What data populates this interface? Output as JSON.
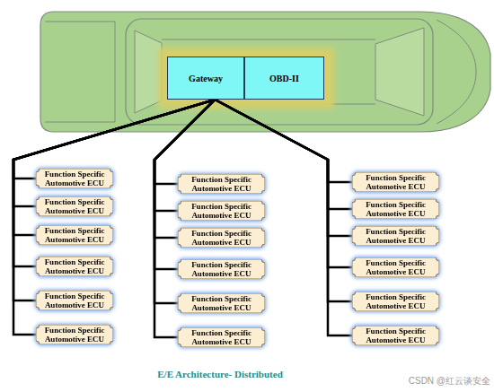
{
  "diagram": {
    "caption": "E/E Architecture- Distributed",
    "nodes": [
      {
        "text": [
          "Gateway"
        ]
      },
      {
        "text": [
          "OBD-II"
        ]
      },
      {
        "text": [
          "Function Specific Automotive ECU"
        ]
      },
      {
        "text": [
          "Function Specific Automotive ECU"
        ]
      },
      {
        "text": [
          "Function Specific Automotive ECU"
        ]
      },
      {
        "text": [
          "Function Specific Automotive ECU"
        ]
      },
      {
        "text": [
          "Function Specific Automotive ECU"
        ]
      },
      {
        "text": [
          "Function Specific Automotive ECU"
        ]
      },
      {
        "text": [
          "Function Specific Automotive ECU"
        ]
      },
      {
        "text": [
          "Function Specific Automotive ECU"
        ]
      },
      {
        "text": [
          "Function Specific Automotive ECU"
        ]
      },
      {
        "text": [
          "Function Specific Automotive ECU"
        ]
      },
      {
        "text": [
          "Function Specific Automotive ECU"
        ]
      },
      {
        "text": [
          "Function Specific Automotive ECU"
        ]
      },
      {
        "text": [
          "Function Specific Automotive ECU"
        ]
      },
      {
        "text": [
          "Function Specific Automotive ECU"
        ]
      },
      {
        "text": [
          "Function Specific Automotive ECU"
        ]
      },
      {
        "text": [
          "Function Specific Automotive ECU"
        ]
      },
      {
        "text": [
          "Function Specific Automotive ECU"
        ]
      },
      {
        "text": [
          "Function Specific Automotive ECU"
        ]
      }
    ],
    "edges": [
      {
        "from": 0,
        "to": 2,
        "arrow": "none"
      },
      {
        "from": 0,
        "to": 3,
        "arrow": "none"
      },
      {
        "from": 0,
        "to": 4,
        "arrow": "none"
      },
      {
        "from": 0,
        "to": 5,
        "arrow": "none"
      },
      {
        "from": 0,
        "to": 6,
        "arrow": "none"
      },
      {
        "from": 0,
        "to": 7,
        "arrow": "none"
      },
      {
        "from": 0,
        "to": 8,
        "arrow": "none"
      },
      {
        "from": 0,
        "to": 9,
        "arrow": "none"
      },
      {
        "from": 0,
        "to": 10,
        "arrow": "none"
      },
      {
        "from": 0,
        "to": 11,
        "arrow": "none"
      },
      {
        "from": 0,
        "to": 12,
        "arrow": "none"
      },
      {
        "from": 0,
        "to": 13,
        "arrow": "none"
      },
      {
        "from": 0,
        "to": 14,
        "arrow": "none"
      },
      {
        "from": 0,
        "to": 15,
        "arrow": "none"
      },
      {
        "from": 0,
        "to": 16,
        "arrow": "none"
      },
      {
        "from": 0,
        "to": 17,
        "arrow": "none"
      },
      {
        "from": 0,
        "to": 18,
        "arrow": "none"
      },
      {
        "from": 0,
        "to": 19,
        "arrow": "none"
      }
    ],
    "labels": [
      "CSDN @红云谈安全"
    ]
  }
}
